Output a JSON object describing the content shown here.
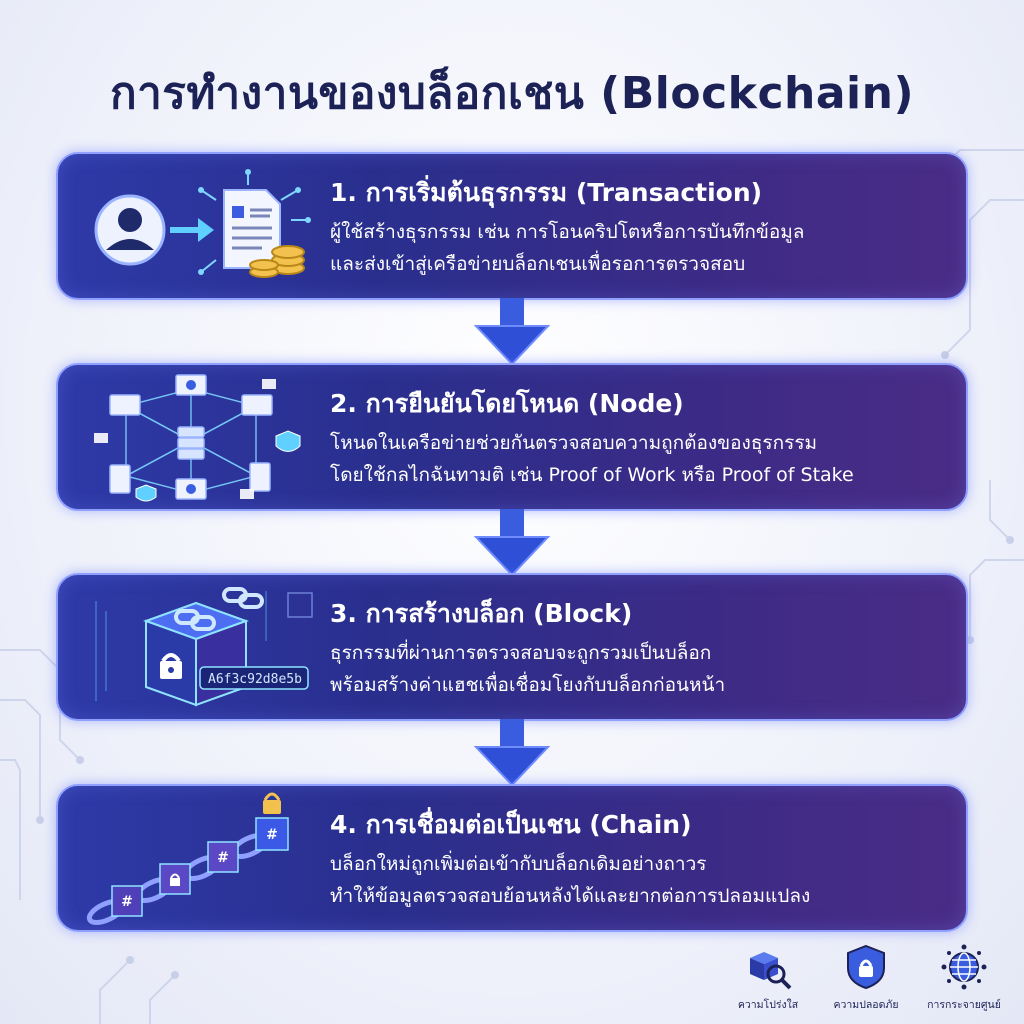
{
  "title": "การทำงานของบล็อกเชน (Blockchain)",
  "steps": [
    {
      "title": "1. การเริ่มต้นธุรกรรม (Transaction)",
      "desc_lines": [
        "ผู้ใช้สร้างธุรกรรม เช่น การโอนคริปโตหรือการบันทึกข้อมูล",
        "และส่งเข้าสู่เครือข่ายบล็อกเชนเพื่อรอการตรวจสอบ"
      ],
      "icon": "user-document-coins-icon"
    },
    {
      "title": "2. การยืนยันโดยโหนด (Node)",
      "desc_lines": [
        "โหนดในเครือข่ายช่วยกันตรวจสอบความถูกต้องของธุรกรรม",
        "โดยใช้กลไกฉันทามติ เช่น Proof of Work หรือ Proof of Stake"
      ],
      "icon": "node-network-icon"
    },
    {
      "title": "3. การสร้างบล็อก (Block)",
      "desc_lines": [
        "ธุรกรรมที่ผ่านการตรวจสอบจะถูกรวมเป็นบล็อก",
        "พร้อมสร้างค่าแฮชเพื่อเชื่อมโยงกับบล็อกก่อนหน้า"
      ],
      "icon": "locked-block-icon",
      "hash_text": "A6f3c92d8e5b"
    },
    {
      "title": "4. การเชื่อมต่อเป็นเชน (Chain)",
      "desc_lines": [
        "บล็อกใหม่ถูกเพิ่มต่อเข้ากับบล็อกเดิมอย่างถาวร",
        "ทำให้ข้อมูลตรวจสอบย้อนหลังได้และยากต่อการปลอมแปลง"
      ],
      "icon": "block-chain-icon"
    }
  ],
  "features": [
    {
      "label": "ความโปร่งใส",
      "icon": "magnifier-cube-icon"
    },
    {
      "label": "ความปลอดภัย",
      "icon": "shield-lock-icon"
    },
    {
      "label": "การกระจายศูนย์",
      "icon": "globe-network-icon"
    }
  ],
  "colors": {
    "title": "#1c2256",
    "card_start": "#2e3aa8",
    "card_end": "#4a2c86",
    "card_border": "#8fa0ff",
    "arrow": "#3a5de0",
    "accent_cyan": "#5fd0ff",
    "coin_gold": "#f2c14e"
  }
}
